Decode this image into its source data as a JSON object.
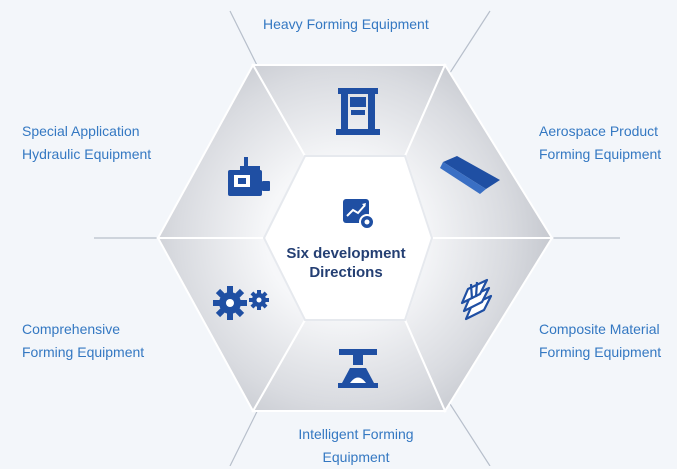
{
  "center": {
    "line1": "Six development",
    "line2": "Directions",
    "icon": "trend-chart-icon"
  },
  "directions": [
    {
      "id": "heavy",
      "line1": "Heavy Forming Equipment",
      "line2": "",
      "icon": "press-machine-icon"
    },
    {
      "id": "aerospace",
      "line1": "Aerospace Product",
      "line2": "Forming Equipment",
      "icon": "wing-panel-icon"
    },
    {
      "id": "composite",
      "line1": "Composite Material",
      "line2": "Forming Equipment",
      "icon": "layered-sheets-icon"
    },
    {
      "id": "intelligent",
      "line1": "Intelligent Forming",
      "line2": "Equipment",
      "icon": "forming-die-icon"
    },
    {
      "id": "comprehensive",
      "line1": "Comprehensive",
      "line2": "Forming Equipment",
      "icon": "gears-icon"
    },
    {
      "id": "special",
      "line1": "Special Application",
      "line2": "Hydraulic Equipment",
      "icon": "hydraulic-unit-icon"
    }
  ],
  "colors": {
    "accent": "#3478c2",
    "icon": "#1f4fa3",
    "title": "#243f73",
    "background": "#f3f6fa"
  }
}
